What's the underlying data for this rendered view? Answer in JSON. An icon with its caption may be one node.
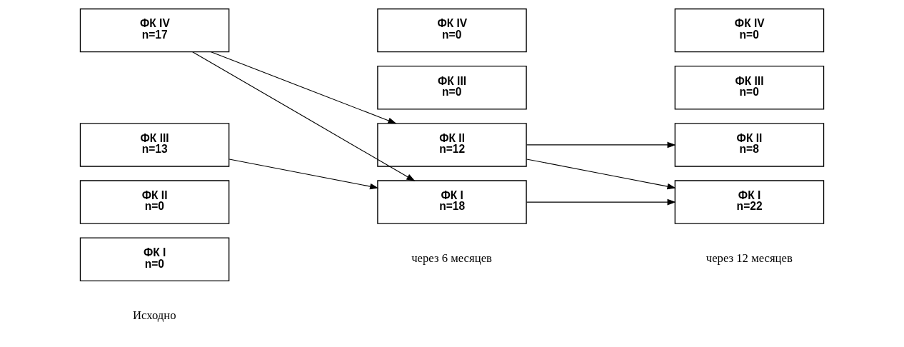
{
  "diagram": {
    "nodes": [
      {
        "text": [
          "ФК IV",
          "n=17"
        ]
      },
      {
        "text": [
          "ФК III",
          "n=13"
        ]
      },
      {
        "text": [
          "ФК II",
          "n=0"
        ]
      },
      {
        "text": [
          "ФК I",
          "n=0"
        ]
      },
      {
        "text": [
          "ФК IV",
          "n=0"
        ]
      },
      {
        "text": [
          "ФК III",
          "n=0"
        ]
      },
      {
        "text": [
          "ФК II",
          "n=12"
        ]
      },
      {
        "text": [
          "ФК I",
          "n=18"
        ]
      },
      {
        "text": [
          "ФК IV",
          "n=0"
        ]
      },
      {
        "text": [
          "ФК III",
          "n=0"
        ]
      },
      {
        "text": [
          "ФК II",
          "n=8"
        ]
      },
      {
        "text": [
          "ФК I",
          "n=22"
        ]
      }
    ],
    "edges": [
      {
        "from": 0,
        "to": 6,
        "arrow": "to"
      },
      {
        "from": 0,
        "to": 7,
        "arrow": "to"
      },
      {
        "from": 1,
        "to": 7,
        "arrow": "to"
      },
      {
        "from": 6,
        "to": 10,
        "arrow": "to"
      },
      {
        "from": 6,
        "to": 11,
        "arrow": "to"
      },
      {
        "from": 7,
        "to": 11,
        "arrow": "to"
      }
    ],
    "labels": [
      "Исходно",
      "через 6 месяцев",
      "через 12 месяцев"
    ]
  }
}
